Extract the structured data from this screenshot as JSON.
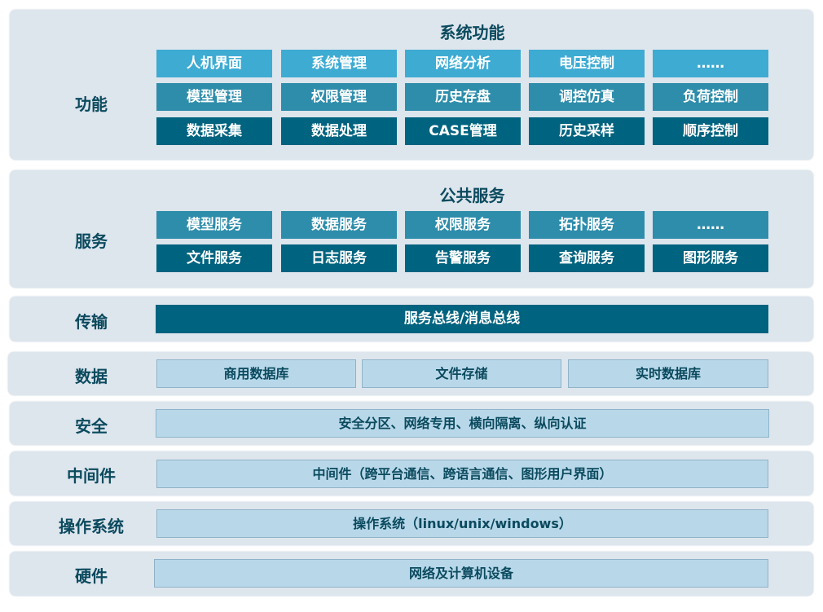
{
  "function": {
    "label": "功能",
    "title": "系统功能",
    "rows": [
      [
        "人机界面",
        "系统管理",
        "网络分析",
        "电压控制",
        "……"
      ],
      [
        "模型管理",
        "权限管理",
        "历史存盘",
        "调控仿真",
        "负荷控制"
      ],
      [
        "数据采集",
        "数据处理",
        "CASE管理",
        "历史采样",
        "顺序控制"
      ]
    ]
  },
  "service": {
    "label": "服务",
    "title": "公共服务",
    "rows": [
      [
        "模型服务",
        "数据服务",
        "权限服务",
        "拓扑服务",
        "……"
      ],
      [
        "文件服务",
        "日志服务",
        "告警服务",
        "查询服务",
        "图形服务"
      ]
    ]
  },
  "transport": {
    "label": "传输",
    "bar": "服务总线/消息总线"
  },
  "data": {
    "label": "数据",
    "items": [
      "商用数据库",
      "文件存储",
      "实时数据库"
    ]
  },
  "security": {
    "label": "安全",
    "bar": "安全分区、网络专用、横向隔离、纵向认证"
  },
  "middleware": {
    "label": "中间件",
    "bar": "中间件（跨平台通信、跨语言通信、图形用户界面）"
  },
  "os": {
    "label": "操作系统",
    "bar": "操作系统（linux/unix/windows）"
  },
  "hardware": {
    "label": "硬件",
    "bar": "网络及计算机设备"
  }
}
